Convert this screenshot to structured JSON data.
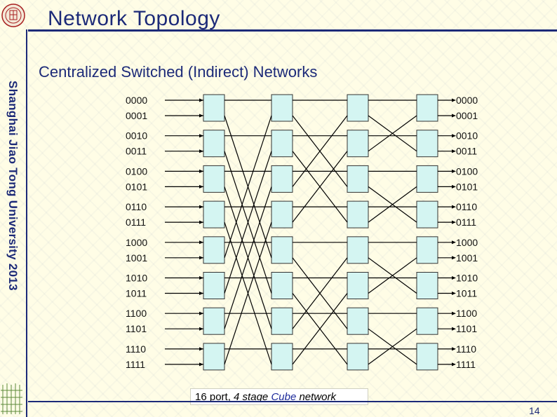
{
  "title": "Network Topology",
  "subtitle": "Centralized Switched (Indirect) Networks",
  "side_text": "Shanghai Jiao Tong University 2013",
  "page_number": "14",
  "caption": {
    "part1": "16 port, ",
    "part2": "4 stage",
    "part3": "Cube",
    "part4": "network"
  },
  "input_labels": [
    "0000",
    "0001",
    "0010",
    "0011",
    "0100",
    "0101",
    "0110",
    "0111",
    "1000",
    "1001",
    "1010",
    "1011",
    "1100",
    "1101",
    "1110",
    "1111"
  ],
  "output_labels": [
    "0000",
    "0001",
    "0010",
    "0011",
    "0100",
    "0101",
    "0110",
    "0111",
    "1000",
    "1001",
    "1010",
    "1011",
    "1100",
    "1101",
    "1110",
    "1111"
  ],
  "network": {
    "ports": 16,
    "stages": 4,
    "switch_fill": "#d4f5f2",
    "wire_color": "#000000"
  }
}
